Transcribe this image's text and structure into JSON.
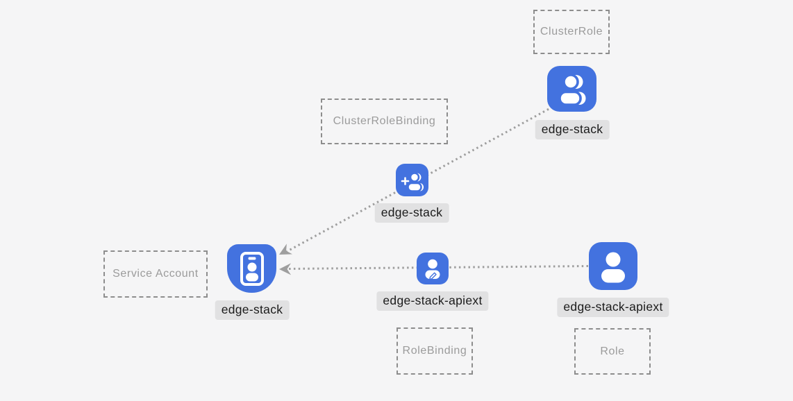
{
  "diagram": {
    "kind": "kubernetes-rbac-relationship-diagram",
    "colors": {
      "canvas_bg": "#f5f5f6",
      "node_blue": "#4372df",
      "glyph_white": "#ffffff",
      "chip_bg": "#e1e1e2",
      "chip_text": "#1b1b1b",
      "dashed_border": "#8d8d8d",
      "muted_text": "#9b9b9b",
      "connector_gray": "#9e9e9e"
    },
    "type_labels": {
      "cluster_role": "ClusterRole",
      "cluster_role_binding": "ClusterRoleBinding",
      "service_account": "Service Account",
      "role_binding": "RoleBinding",
      "role": "Role"
    },
    "nodes": {
      "cluster_role_node": {
        "label": "edge-stack",
        "icon": "users-icon",
        "type": "ClusterRole"
      },
      "cluster_role_binding_node": {
        "label": "edge-stack",
        "icon": "user-plus-icon",
        "type": "ClusterRoleBinding"
      },
      "service_account_node": {
        "label": "edge-stack",
        "icon": "id-badge-icon",
        "type": "Service Account"
      },
      "role_binding_node": {
        "label": "edge-stack-apiext",
        "icon": "user-edit-icon",
        "type": "RoleBinding"
      },
      "role_node": {
        "label": "edge-stack-apiext",
        "icon": "user-icon",
        "type": "Role"
      }
    },
    "edges": [
      {
        "from": "cluster_role_node",
        "through": "cluster_role_binding_node",
        "to": "service_account_node",
        "style": "dotted-arrow"
      },
      {
        "from": "role_node",
        "through": "role_binding_node",
        "to": "service_account_node",
        "style": "dotted-arrow"
      }
    ]
  }
}
